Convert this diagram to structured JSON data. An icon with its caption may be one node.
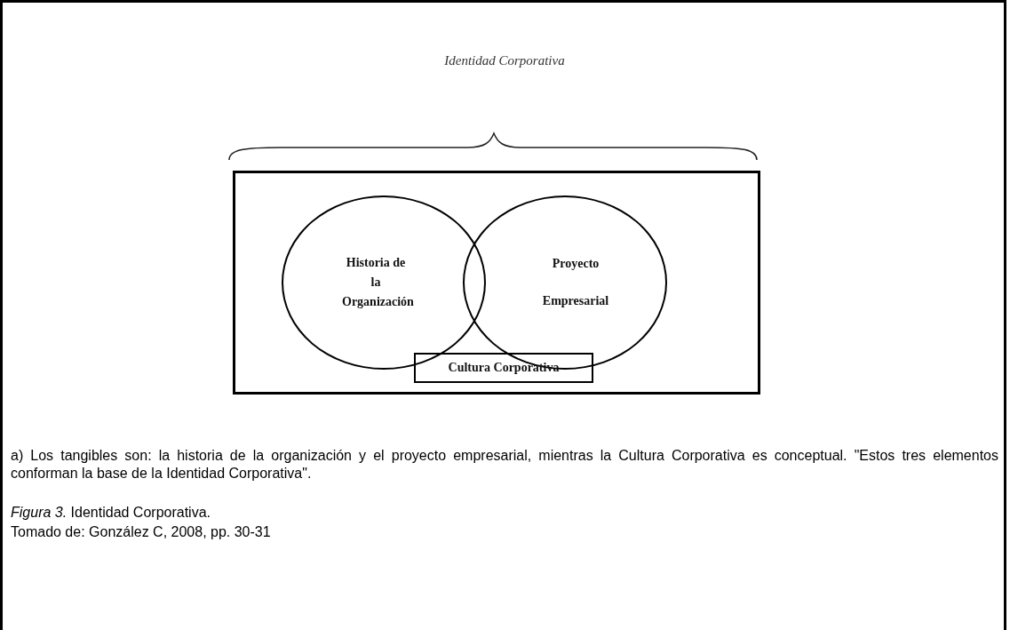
{
  "diagram": {
    "nodes": [
      {
        "text": [],
        "shape": "box"
      },
      {
        "text": [
          "Historia de la Organización"
        ],
        "in": 0
      },
      {
        "text": [
          "Proyecto Empresarial"
        ],
        "in": 0
      },
      {
        "text": [
          "Cultura Corporativa"
        ],
        "in": 0
      }
    ],
    "edges": [],
    "labels": [
      "Identidad Corporativa",
      "a) Los tangibles son: la historia de la organización y el proyecto empresarial, mientras la Cultura Corporativa es conceptual. \"Estos tres elementos conforman la base de la Identidad Corporativa\".",
      "*Figura 3.* Identidad Corporativa.",
      "Tomado de: González C, 2008, pp. 30-31"
    ]
  }
}
